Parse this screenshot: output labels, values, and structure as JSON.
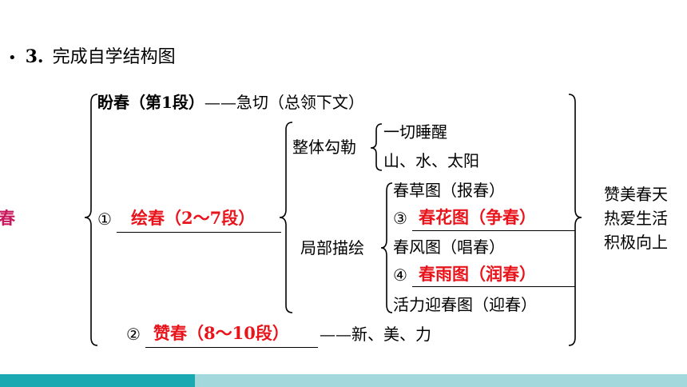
{
  "heading": {
    "bullet": "•",
    "number": "3.",
    "text": "完成自学结构图"
  },
  "left_root": "春",
  "top_item": {
    "title": "盼春（第1段）",
    "dash": "——",
    "desc": "急切（总领下文）"
  },
  "item1": {
    "marker": "①",
    "answer": "绘春（2～7段）"
  },
  "item2": {
    "marker": "②",
    "answer": "赞春（8～10段）",
    "dash": "——",
    "desc": "新、美、力"
  },
  "overall": {
    "label": "整体勾勒",
    "items": [
      "一切睡醒",
      "山、水、太阳"
    ]
  },
  "local": {
    "label": "局部描绘",
    "items": [
      {
        "marker": "",
        "text": "春草图（报春）",
        "answer": false
      },
      {
        "marker": "③",
        "text": "春花图（争春）",
        "answer": true
      },
      {
        "marker": "",
        "text": "春风图（唱春）",
        "answer": false
      },
      {
        "marker": "④",
        "text": "春雨图（润春）",
        "answer": true
      },
      {
        "marker": "",
        "text": "活力迎春图（迎春）",
        "answer": false
      }
    ]
  },
  "right_summary": [
    "赞美春天",
    "热爱生活",
    "积极向上"
  ],
  "colors": {
    "answer_red": "#e8141b",
    "root_pink": "#c8175d",
    "bar_teal": "#1aa9b1",
    "bar_light": "#a3d9dd"
  }
}
